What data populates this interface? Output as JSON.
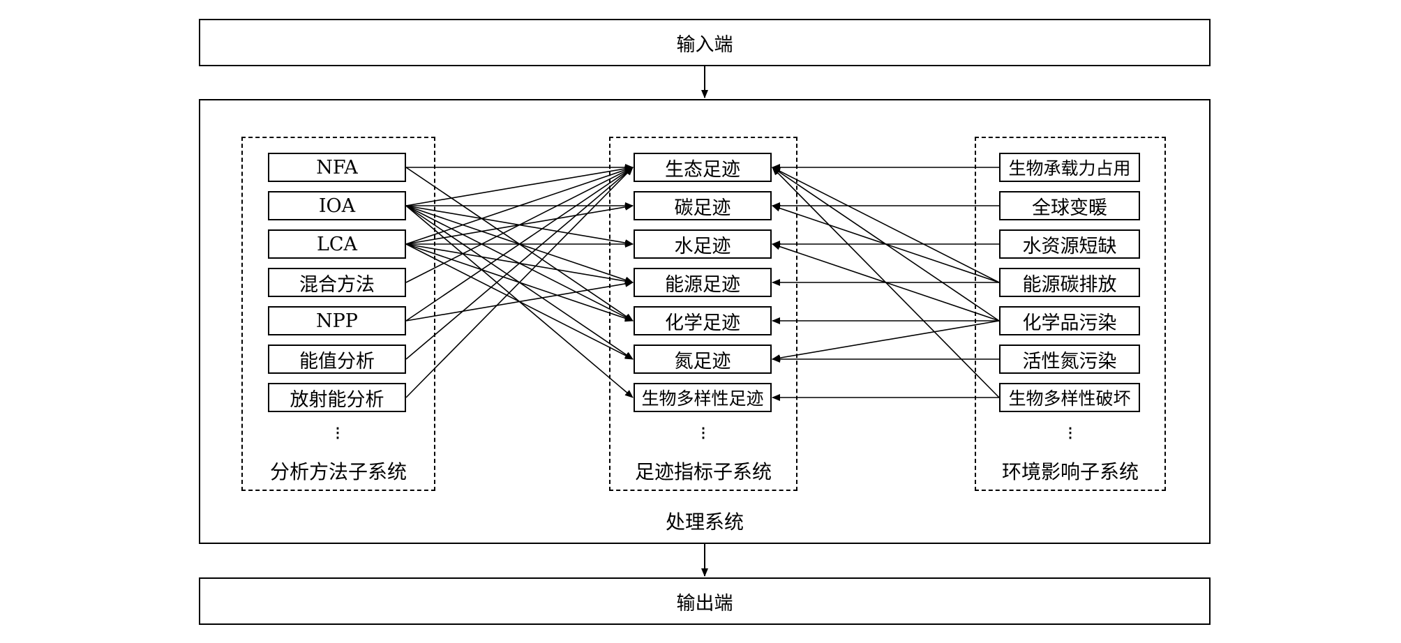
{
  "input": "输入端",
  "output": "输出端",
  "processing": "处理系统",
  "methods": {
    "title": "分析方法子系统",
    "items": [
      "NFA",
      "IOA",
      "LCA",
      "混合方法",
      "NPP",
      "能值分析",
      "放射能分析"
    ],
    "more": "⋮"
  },
  "footprints": {
    "title": "足迹指标子系统",
    "items": [
      "生态足迹",
      "碳足迹",
      "水足迹",
      "能源足迹",
      "化学足迹",
      "氮足迹",
      "生物多样性足迹"
    ],
    "more": "⋮"
  },
  "impacts": {
    "title": "环境影响子系统",
    "items": [
      "生物承载力占用",
      "全球变暖",
      "水资源短缺",
      "能源碳排放",
      "化学品污染",
      "活性氮污染",
      "生物多样性破坏"
    ],
    "more": "⋮"
  }
}
